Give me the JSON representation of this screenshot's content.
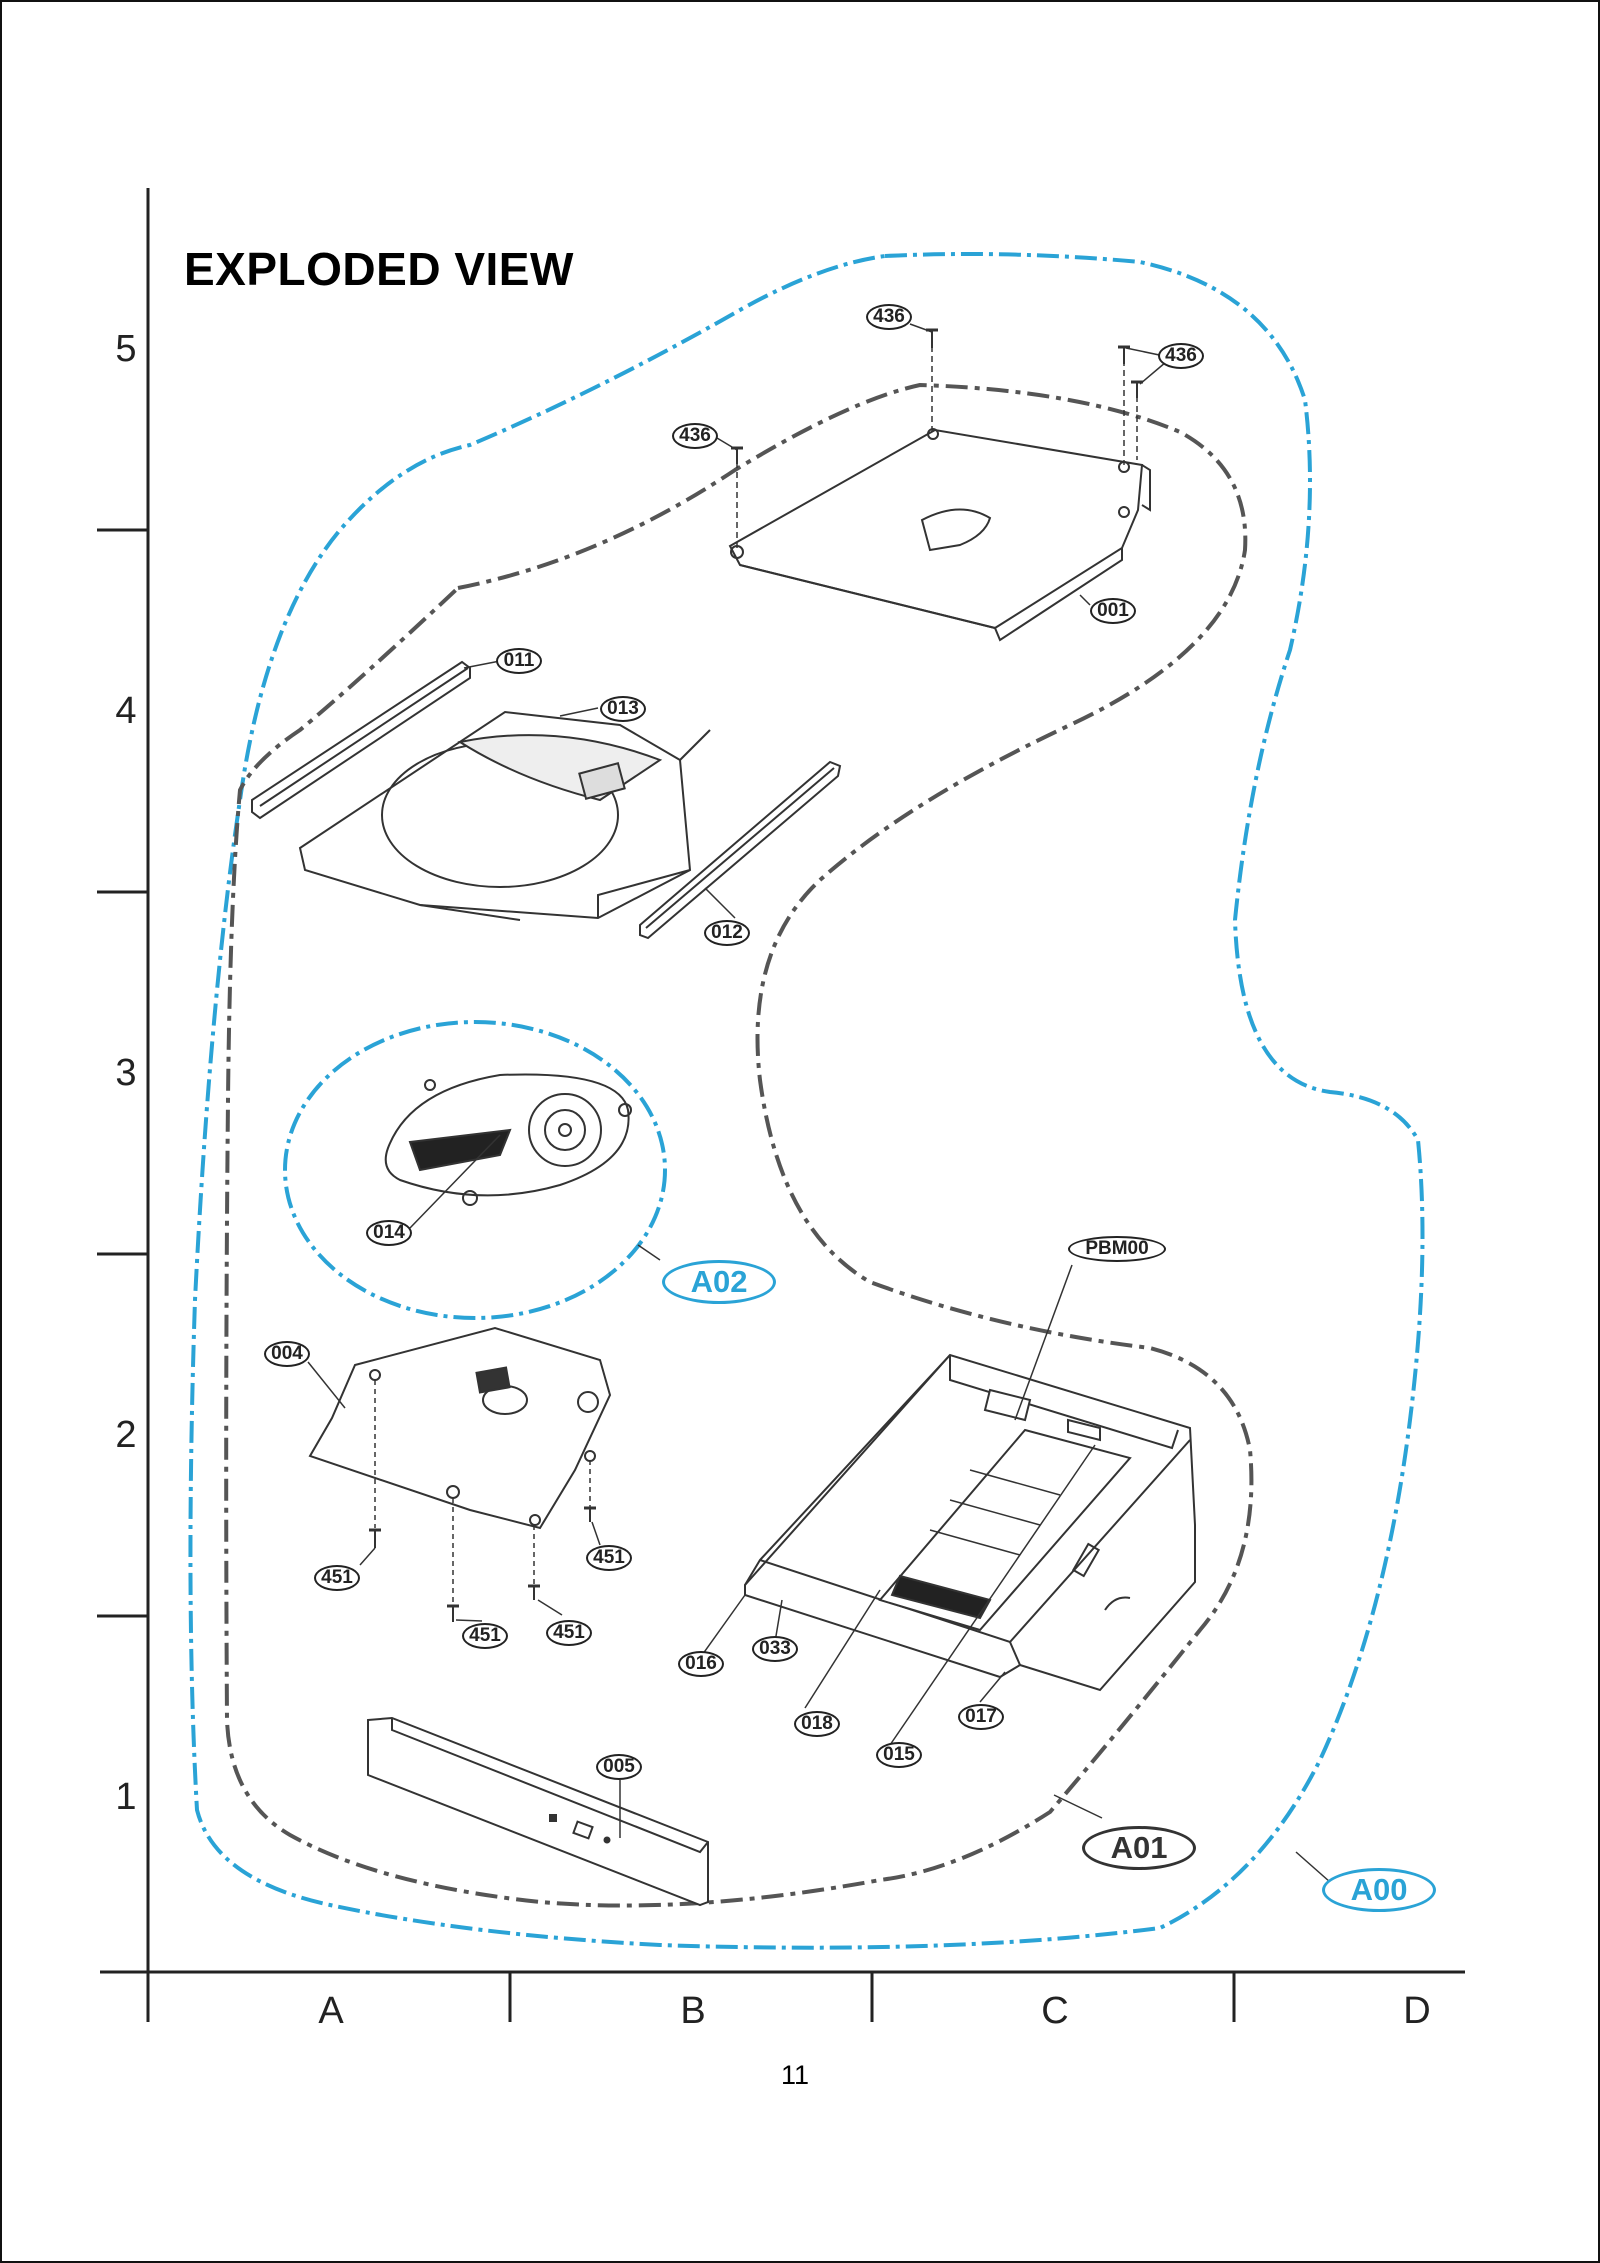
{
  "page": {
    "title": "EXPLODED VIEW",
    "page_number": "11"
  },
  "grid": {
    "rows": [
      "5",
      "4",
      "3",
      "2",
      "1"
    ],
    "columns": [
      "A",
      "B",
      "C",
      "D"
    ]
  },
  "groups": {
    "a00": "A00",
    "a01": "A01",
    "a02": "A02"
  },
  "parts": {
    "p436_top": "436",
    "p436_right": "436",
    "p436_left": "436",
    "p001": "001",
    "p011": "011",
    "p013": "013",
    "p012": "012",
    "p014": "014",
    "pbm00": "PBM00",
    "p004": "004",
    "p451_a": "451",
    "p451_b": "451",
    "p451_c": "451",
    "p451_d": "451",
    "p016": "016",
    "p033": "033",
    "p018": "018",
    "p015": "015",
    "p017": "017",
    "p005": "005"
  },
  "colors": {
    "assembly_outline": "#2aa3d6",
    "subassembly_outline": "#555555",
    "line_art": "#333333"
  }
}
